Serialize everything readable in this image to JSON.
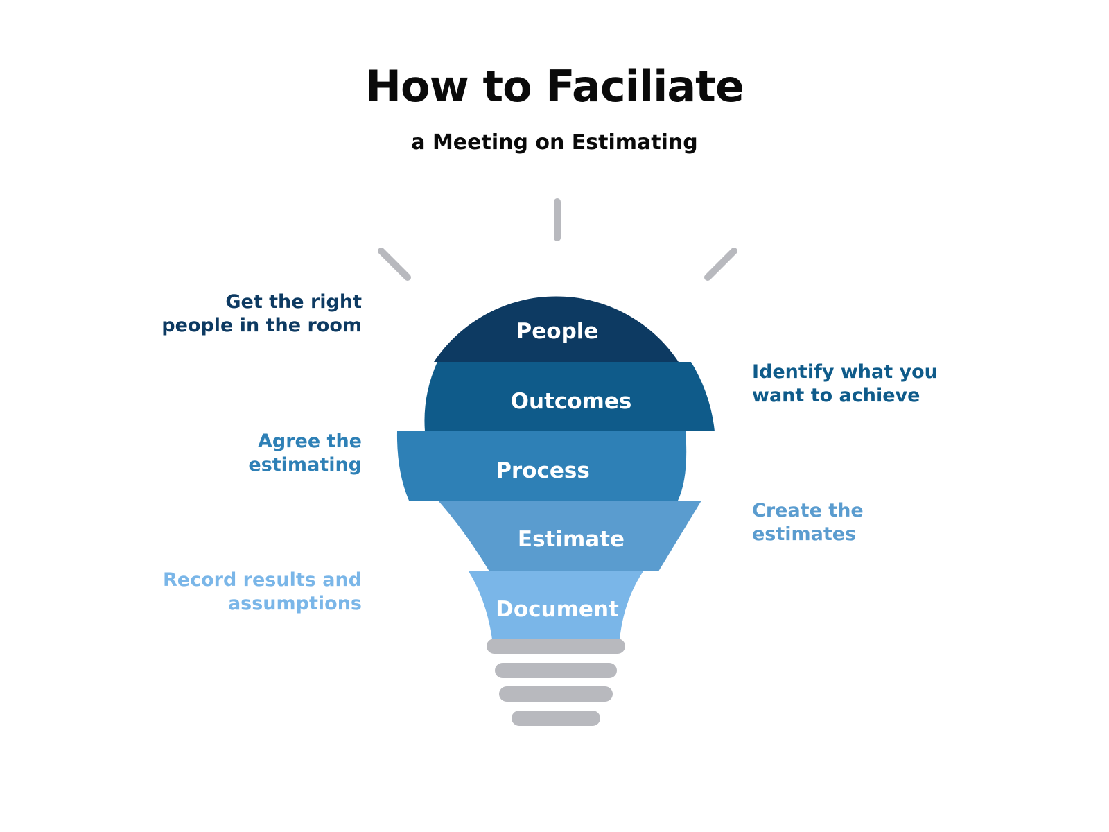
{
  "header": {
    "title": "How to Faciliate",
    "subtitle": "a Meeting on Estimating"
  },
  "colors": {
    "people": "#0d3a62",
    "outcomes": "#0f5b8a",
    "process": "#2e80b6",
    "estimate": "#5a9ccf",
    "document": "#7ab6e8",
    "base": "#b8b9be",
    "rays": "#b8b9be"
  },
  "segments": [
    {
      "label": "People"
    },
    {
      "label": "Outcomes"
    },
    {
      "label": "Process"
    },
    {
      "label": "Estimate"
    },
    {
      "label": "Document"
    }
  ],
  "notes": {
    "people": {
      "line1": "Get the right",
      "line2": "people in the room"
    },
    "outcomes": {
      "line1": "Identify what you",
      "line2": "want to achieve"
    },
    "process": {
      "line1": "Agree the",
      "line2": "estimating"
    },
    "estimate": {
      "line1": "Create the",
      "line2": "estimates"
    },
    "document": {
      "line1": "Record results and",
      "line2": "assumptions"
    }
  }
}
